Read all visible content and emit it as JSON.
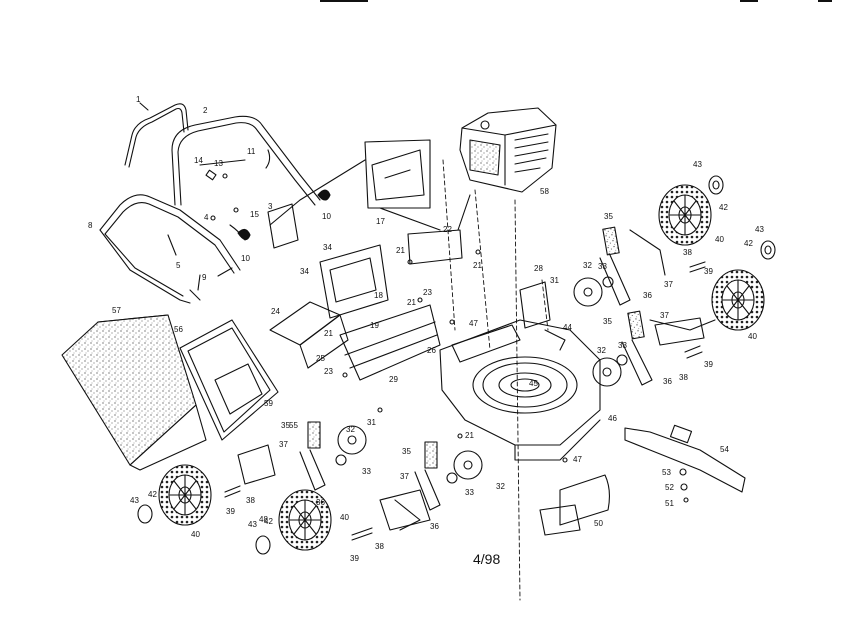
{
  "diagram": {
    "footer_code": "4/98",
    "callouts": [
      {
        "id": "c-1",
        "text": "1"
      },
      {
        "id": "c-2",
        "text": "2"
      },
      {
        "id": "c-3",
        "text": "3"
      },
      {
        "id": "c-4",
        "text": "4"
      },
      {
        "id": "c-5",
        "text": "5"
      },
      {
        "id": "c-8",
        "text": "8"
      },
      {
        "id": "c-9",
        "text": "9"
      },
      {
        "id": "c-10a",
        "text": "10"
      },
      {
        "id": "c-10b",
        "text": "10"
      },
      {
        "id": "c-11",
        "text": "11"
      },
      {
        "id": "c-13",
        "text": "13"
      },
      {
        "id": "c-14",
        "text": "14"
      },
      {
        "id": "c-15",
        "text": "15"
      },
      {
        "id": "c-17",
        "text": "17"
      },
      {
        "id": "c-18",
        "text": "18"
      },
      {
        "id": "c-19",
        "text": "19"
      },
      {
        "id": "c-21a",
        "text": "21"
      },
      {
        "id": "c-21b",
        "text": "21"
      },
      {
        "id": "c-21c",
        "text": "21"
      },
      {
        "id": "c-21d",
        "text": "21"
      },
      {
        "id": "c-21e",
        "text": "21"
      },
      {
        "id": "c-22",
        "text": "22"
      },
      {
        "id": "c-23a",
        "text": "23"
      },
      {
        "id": "c-23b",
        "text": "23"
      },
      {
        "id": "c-24",
        "text": "24"
      },
      {
        "id": "c-25",
        "text": "25"
      },
      {
        "id": "c-26",
        "text": "26"
      },
      {
        "id": "c-28",
        "text": "28"
      },
      {
        "id": "c-29",
        "text": "29"
      },
      {
        "id": "c-31a",
        "text": "31"
      },
      {
        "id": "c-31b",
        "text": "31"
      },
      {
        "id": "c-32a",
        "text": "32"
      },
      {
        "id": "c-32b",
        "text": "32"
      },
      {
        "id": "c-32c",
        "text": "32"
      },
      {
        "id": "c-32d",
        "text": "32"
      },
      {
        "id": "c-33a",
        "text": "33"
      },
      {
        "id": "c-33b",
        "text": "33"
      },
      {
        "id": "c-33c",
        "text": "33"
      },
      {
        "id": "c-33d",
        "text": "33"
      },
      {
        "id": "c-34a",
        "text": "34"
      },
      {
        "id": "c-34b",
        "text": "34"
      },
      {
        "id": "c-35a",
        "text": "35"
      },
      {
        "id": "c-35b",
        "text": "35"
      },
      {
        "id": "c-35c",
        "text": "35"
      },
      {
        "id": "c-35d",
        "text": "35"
      },
      {
        "id": "c-36a",
        "text": "36"
      },
      {
        "id": "c-36b",
        "text": "36"
      },
      {
        "id": "c-36c",
        "text": "36"
      },
      {
        "id": "c-36d",
        "text": "36"
      },
      {
        "id": "c-37a",
        "text": "37"
      },
      {
        "id": "c-37b",
        "text": "37"
      },
      {
        "id": "c-37c",
        "text": "37"
      },
      {
        "id": "c-37d",
        "text": "37"
      },
      {
        "id": "c-38a",
        "text": "38"
      },
      {
        "id": "c-38b",
        "text": "38"
      },
      {
        "id": "c-38c",
        "text": "38"
      },
      {
        "id": "c-38d",
        "text": "38"
      },
      {
        "id": "c-39a",
        "text": "39"
      },
      {
        "id": "c-39b",
        "text": "39"
      },
      {
        "id": "c-39c",
        "text": "39"
      },
      {
        "id": "c-39d",
        "text": "39"
      },
      {
        "id": "c-40a",
        "text": "40"
      },
      {
        "id": "c-40b",
        "text": "40"
      },
      {
        "id": "c-40c",
        "text": "40"
      },
      {
        "id": "c-40d",
        "text": "40"
      },
      {
        "id": "c-42a",
        "text": "42"
      },
      {
        "id": "c-42b",
        "text": "42"
      },
      {
        "id": "c-42c",
        "text": "42"
      },
      {
        "id": "c-42d",
        "text": "42"
      },
      {
        "id": "c-43a",
        "text": "43"
      },
      {
        "id": "c-43b",
        "text": "43"
      },
      {
        "id": "c-43c",
        "text": "43"
      },
      {
        "id": "c-43d",
        "text": "43"
      },
      {
        "id": "c-44",
        "text": "44"
      },
      {
        "id": "c-45",
        "text": "45"
      },
      {
        "id": "c-46",
        "text": "46"
      },
      {
        "id": "c-47a",
        "text": "47"
      },
      {
        "id": "c-47b",
        "text": "47"
      },
      {
        "id": "c-48",
        "text": "48"
      },
      {
        "id": "c-50",
        "text": "50"
      },
      {
        "id": "c-51",
        "text": "51"
      },
      {
        "id": "c-52",
        "text": "52"
      },
      {
        "id": "c-53",
        "text": "53"
      },
      {
        "id": "c-54",
        "text": "54"
      },
      {
        "id": "c-55",
        "text": "55"
      },
      {
        "id": "c-56",
        "text": "56"
      },
      {
        "id": "c-57",
        "text": "57"
      },
      {
        "id": "c-58",
        "text": "58"
      },
      {
        "id": "c-59",
        "text": "59"
      }
    ]
  }
}
